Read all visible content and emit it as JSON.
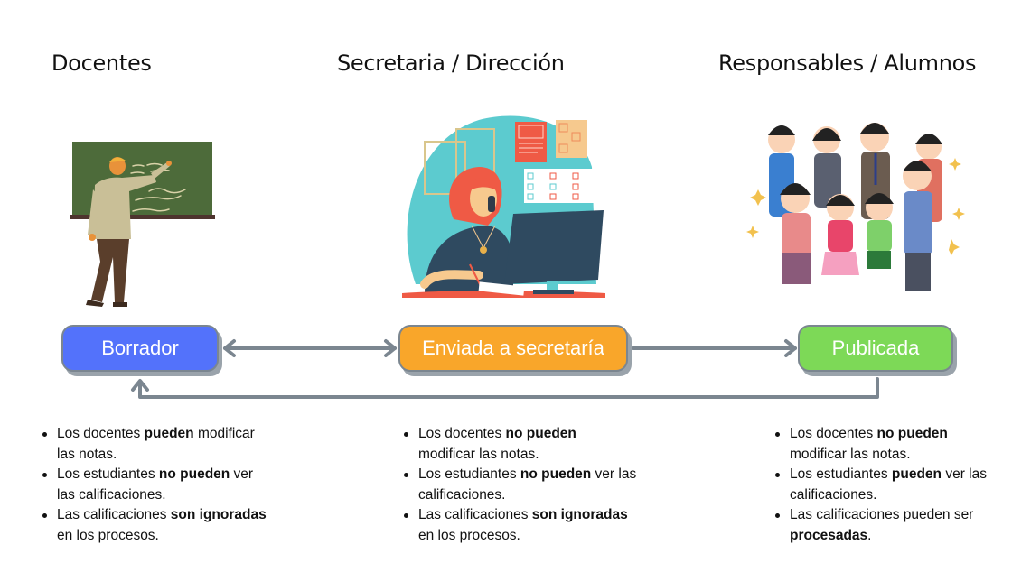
{
  "columns": [
    {
      "title": "Docentes",
      "illustration": "teacher-at-chalkboard",
      "state": {
        "label": "Borrador",
        "color": "#5372fb"
      },
      "notes": [
        [
          {
            "t": "Los docentes "
          },
          {
            "t": "pueden",
            "b": true
          },
          {
            "t": " modificar las notas."
          }
        ],
        [
          {
            "t": "Los estudiantes "
          },
          {
            "t": "no pueden",
            "b": true
          },
          {
            "t": " ver las calificaciones."
          }
        ],
        [
          {
            "t": "Las calificaciones "
          },
          {
            "t": "son ignoradas",
            "b": true
          },
          {
            "t": " en los procesos."
          }
        ]
      ]
    },
    {
      "title": "Secretaria / Dirección",
      "illustration": "secretary-at-computer",
      "state": {
        "label": "Enviada a secretaría",
        "color": "#f9a62a"
      },
      "notes": [
        [
          {
            "t": "Los docentes "
          },
          {
            "t": "no pueden",
            "b": true
          },
          {
            "t": " modificar las notas."
          }
        ],
        [
          {
            "t": "Los estudiantes "
          },
          {
            "t": "no pueden",
            "b": true
          },
          {
            "t": " ver las calificaciones."
          }
        ],
        [
          {
            "t": "Las calificaciones "
          },
          {
            "t": "son ignoradas",
            "b": true
          },
          {
            "t": " en los procesos."
          }
        ]
      ]
    },
    {
      "title": "Responsables / Alumnos",
      "illustration": "group-of-families",
      "state": {
        "label": "Publicada",
        "color": "#7dd957"
      },
      "notes": [
        [
          {
            "t": "Los docentes "
          },
          {
            "t": "no pueden",
            "b": true
          },
          {
            "t": " modificar las notas."
          }
        ],
        [
          {
            "t": "Los estudiantes "
          },
          {
            "t": "pueden",
            "b": true
          },
          {
            "t": " ver las calificaciones."
          }
        ],
        [
          {
            "t": "Las calificaciones pueden ser "
          },
          {
            "t": "procesadas",
            "b": true
          },
          {
            "t": "."
          }
        ]
      ]
    }
  ],
  "transitions": [
    {
      "from": "Borrador",
      "to": "Enviada a secretaría",
      "bidirectional": true
    },
    {
      "from": "Enviada a secretaría",
      "to": "Publicada",
      "bidirectional": false
    },
    {
      "from": "Publicada",
      "to": "Borrador",
      "bidirectional": false
    }
  ],
  "colors": {
    "connector": "#7b8690",
    "shadow": "#9aa3ab"
  }
}
